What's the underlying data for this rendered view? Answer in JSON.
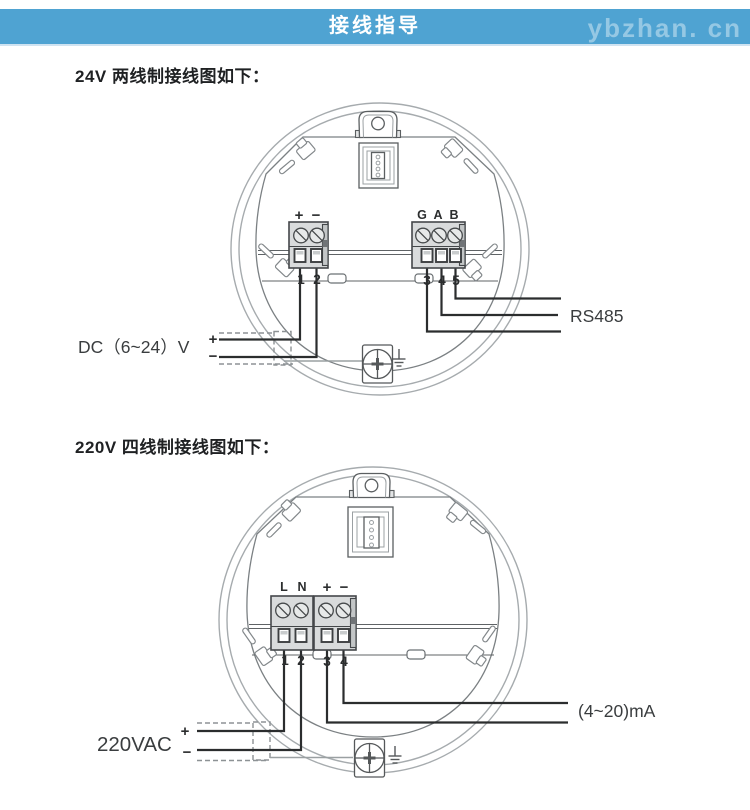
{
  "header": {
    "title": "接线指导",
    "watermark": "ybzhan. cn"
  },
  "sections": [
    {
      "title": "24V 两线制接线图如下：",
      "left_block": {
        "terminals": [
          "+",
          "−"
        ],
        "numbers": [
          "1",
          "2"
        ]
      },
      "right_block": {
        "terminals": [
          "G",
          "A",
          "B"
        ],
        "numbers": [
          "3",
          "4",
          "5"
        ]
      },
      "power_label": "DC（6~24）V",
      "power_plus": "+",
      "power_minus": "−",
      "output_label": "RS485"
    },
    {
      "title": "220V 四线制接线图如下：",
      "left_block": {
        "terminals": [
          "L",
          "N"
        ],
        "numbers": [
          "1",
          "2"
        ]
      },
      "right_block": {
        "terminals": [
          "+",
          "−"
        ],
        "numbers": [
          "3",
          "4"
        ]
      },
      "power_label": "220VAC",
      "power_plus": "+",
      "power_minus": "−",
      "output_label": "(4~20)mA"
    }
  ],
  "colors": {
    "header_bg": "#4fa3d2",
    "header_text": "#ffffff",
    "watermark": "rgba(255,255,255,0.40)",
    "wire": "#2b2d2e",
    "housing_outline": "#a6abae"
  }
}
